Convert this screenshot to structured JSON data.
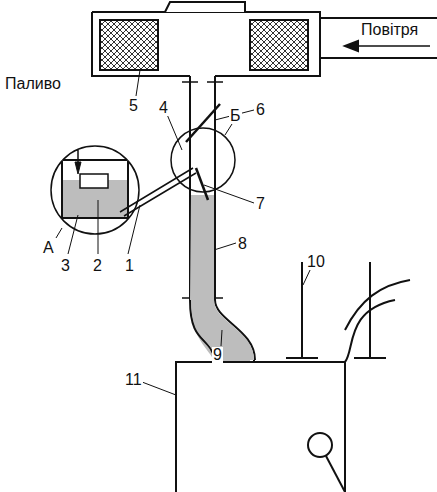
{
  "diagram": {
    "labels": [
      "Повітря",
      "Паливо",
      "А",
      "3",
      "2",
      "1",
      "4",
      "Б",
      "5",
      "6",
      "7",
      "8",
      "9",
      "10",
      "11"
    ]
  }
}
